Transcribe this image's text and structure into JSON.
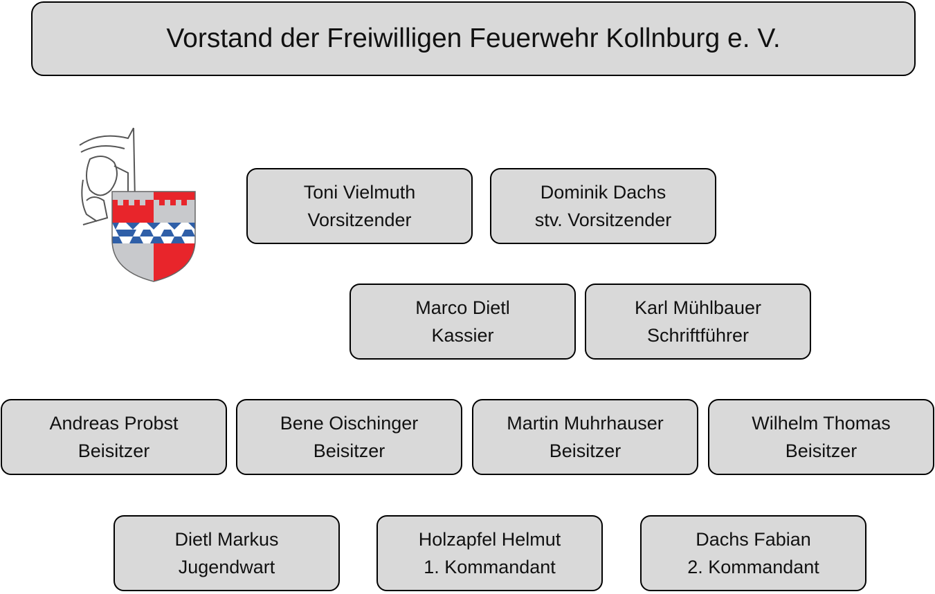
{
  "title": "Vorstand der Freiwilligen Feuerwehr Kollnburg e. V.",
  "members": [
    {
      "name": "Toni Vielmuth",
      "role": "Vorsitzender"
    },
    {
      "name": "Dominik Dachs",
      "role": "stv. Vorsitzender"
    },
    {
      "name": "Marco Dietl",
      "role": "Kassier"
    },
    {
      "name": "Karl Mühlbauer",
      "role": "Schriftführer"
    },
    {
      "name": "Andreas Probst",
      "role": "Beisitzer"
    },
    {
      "name": "Bene Oischinger",
      "role": "Beisitzer"
    },
    {
      "name": "Martin Muhrhauser",
      "role": "Beisitzer"
    },
    {
      "name": "Wilhelm Thomas",
      "role": "Beisitzer"
    },
    {
      "name": "Dietl Markus",
      "role": "Jugendwart"
    },
    {
      "name": "Holzapfel Helmut",
      "role": "1. Kommandant"
    },
    {
      "name": "Dachs Fabian",
      "role": "2. Kommandant"
    }
  ],
  "colors": {
    "box": "#d9d9d9",
    "red": "#e8252b",
    "blue": "#2f5fa8",
    "silver": "#c8c9cc"
  }
}
